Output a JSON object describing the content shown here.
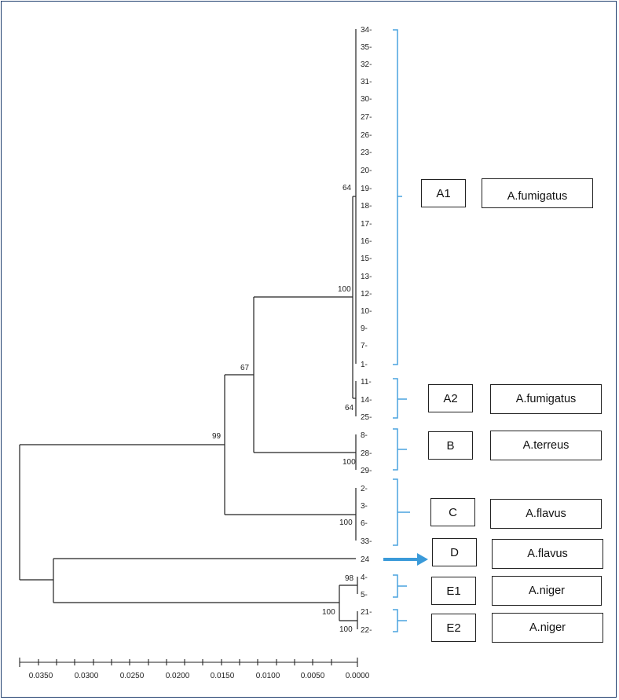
{
  "tree": {
    "leaves": [
      {
        "id": "34",
        "label": "34-"
      },
      {
        "id": "35",
        "label": "35-"
      },
      {
        "id": "32",
        "label": "32-"
      },
      {
        "id": "31",
        "label": "31-"
      },
      {
        "id": "30",
        "label": "30-"
      },
      {
        "id": "27",
        "label": "27-"
      },
      {
        "id": "26",
        "label": "26-"
      },
      {
        "id": "23",
        "label": "23-"
      },
      {
        "id": "20",
        "label": "20-"
      },
      {
        "id": "19",
        "label": "19-"
      },
      {
        "id": "18",
        "label": "18-"
      },
      {
        "id": "17",
        "label": "17-"
      },
      {
        "id": "16",
        "label": "16-"
      },
      {
        "id": "15",
        "label": "15-"
      },
      {
        "id": "13",
        "label": "13-"
      },
      {
        "id": "12",
        "label": "12-"
      },
      {
        "id": "10",
        "label": "10-"
      },
      {
        "id": "9",
        "label": "9-"
      },
      {
        "id": "7",
        "label": "7-"
      },
      {
        "id": "1",
        "label": "1-"
      },
      {
        "id": "11",
        "label": "11-"
      },
      {
        "id": "14",
        "label": "14-"
      },
      {
        "id": "25",
        "label": "25-"
      },
      {
        "id": "8",
        "label": "8-"
      },
      {
        "id": "28",
        "label": "28-"
      },
      {
        "id": "29",
        "label": "29-"
      },
      {
        "id": "2",
        "label": "2-"
      },
      {
        "id": "3",
        "label": "3-"
      },
      {
        "id": "6",
        "label": "6-"
      },
      {
        "id": "33",
        "label": "33-"
      },
      {
        "id": "24",
        "label": "24"
      },
      {
        "id": "4",
        "label": "4-"
      },
      {
        "id": "5",
        "label": "5-"
      },
      {
        "id": "21",
        "label": "21-"
      },
      {
        "id": "22",
        "label": "22-"
      }
    ],
    "bootstrap": [
      "64",
      "100",
      "64",
      "67",
      "100",
      "99",
      "100",
      "98",
      "100",
      "100"
    ]
  },
  "clusters": [
    {
      "code": "A1",
      "species": "A.fumigatus"
    },
    {
      "code": "A2",
      "species": "A.fumigatus"
    },
    {
      "code": "B",
      "species": "A.terreus"
    },
    {
      "code": "C",
      "species": "A.flavus"
    },
    {
      "code": "D",
      "species": "A.flavus"
    },
    {
      "code": "E1",
      "species": "A.niger"
    },
    {
      "code": "E2",
      "species": "A.niger"
    }
  ],
  "axis": {
    "ticks": [
      "0.0350",
      "0.0300",
      "0.0250",
      "0.0200",
      "0.0150",
      "0.0100",
      "0.0050",
      "0.0000"
    ]
  },
  "colors": {
    "tree": "#222222",
    "bracket": "#4aa3df",
    "arrow": "#3a9ad9",
    "frame": "#1f3f6e"
  }
}
